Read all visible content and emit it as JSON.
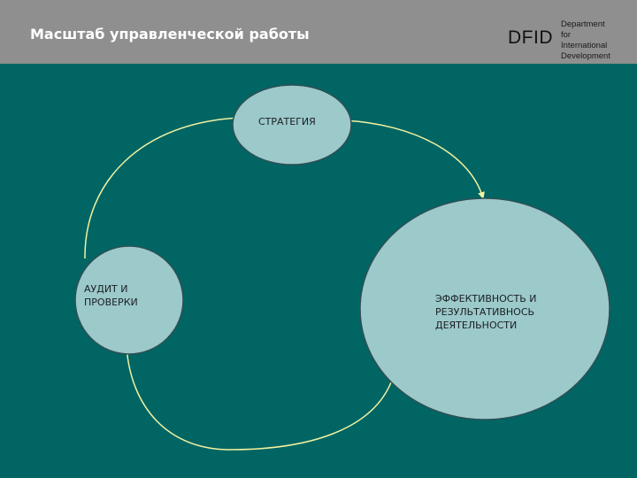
{
  "header": {
    "title": "Масштаб управленческой работы",
    "logo": {
      "abbr": "DFID",
      "lines": [
        "Department",
        "for",
        "International",
        "Development"
      ]
    }
  },
  "diagram": {
    "nodes": [
      {
        "id": "strategy",
        "label": "СТРАТЕГИЯ"
      },
      {
        "id": "performance",
        "label": " ЭФФЕКТИВНОСТЬ И\nРЕЗУЛЬТАТИВНОСЬ\nДЕЯТЕЛЬНОСТИ"
      },
      {
        "id": "audit",
        "label": " АУДИТ И\nПРОВЕРКИ"
      }
    ],
    "colors": {
      "background": "#016564",
      "node_fill": "#9cc9ca",
      "node_stroke": "#2f4f55",
      "arrow": "#f3f3a0"
    }
  }
}
